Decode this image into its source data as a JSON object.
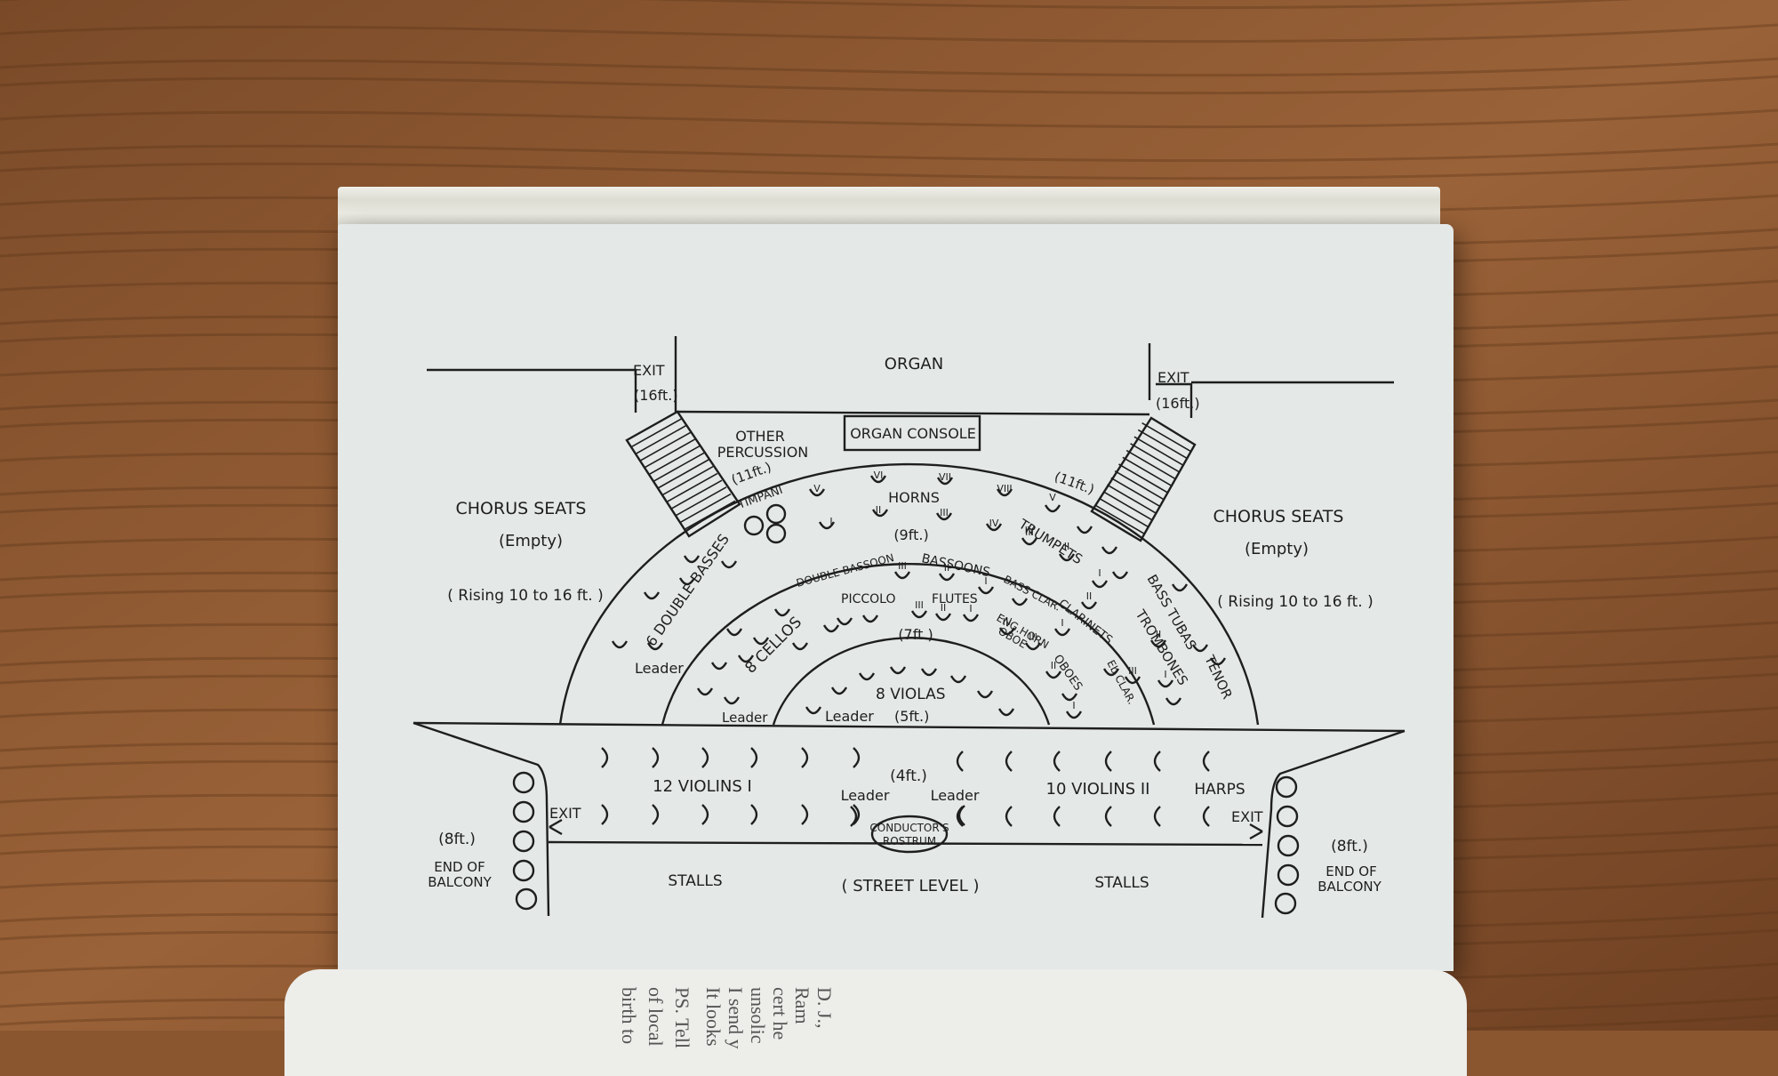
{
  "labels": {
    "organ": "ORGAN",
    "organ_console": "ORGAN CONSOLE",
    "exit_top_left": "EXIT",
    "exit_top_right": "EXIT",
    "height_16_left": "(16ft.)",
    "height_16_right": "(16ft.)",
    "other_percussion_1": "OTHER",
    "other_percussion_2": "PERCUSSION",
    "height_11_left": "(11ft.)",
    "height_11_right": "(11ft.)",
    "timpani": "TIMPANI",
    "horns": "HORNS",
    "trumpets": "TRUMPETS",
    "height_9": "(9ft.)",
    "chorus_left_1": "CHORUS SEATS",
    "chorus_left_2": "(Empty)",
    "chorus_left_3": "( Rising 10 to 16 ft. )",
    "chorus_right_1": "CHORUS SEATS",
    "chorus_right_2": "(Empty)",
    "chorus_right_3": "( Rising 10 to 16 ft. )",
    "double_basses": "6 DOUBLE BASSES",
    "leader_bass": "Leader",
    "double_bassoon": "DOUBLE BASSOON",
    "bassoons": "BASSOONS",
    "bass_clar": "BASS CLAR.",
    "clarinets": "CLARINETS",
    "eb_clar": "Eb CLAR.",
    "piccolo": "PICCOLO",
    "flutes": "FLUTES",
    "eng_horn": "ENG.HORN",
    "oboe": "OBOE",
    "oboes": "OBOES",
    "height_7": "(7ft.)",
    "cellos": "8 CELLOS",
    "leader_cello": "Leader",
    "violas": "8 VIOLAS",
    "leader_viola": "Leader",
    "height_5": "(5ft.)",
    "bass_tubas": "BASS TUBAS",
    "tenor": "TENOR",
    "trombones": "TROMBONES",
    "violins_1": "12 VIOLINS I",
    "violins_2": "10 VIOLINS II",
    "harps": "HARPS",
    "height_4": "(4ft.)",
    "leader_v1": "Leader",
    "leader_v2": "Leader",
    "exit_left": "EXIT",
    "exit_right": "EXIT",
    "conductor_1": "CONDUCTOR'S",
    "conductor_2": "ROSTRUM",
    "height_8_left": "(8ft.)",
    "height_8_right": "(8ft.)",
    "balcony_left_1": "END OF",
    "balcony_left_2": "BALCONY",
    "balcony_right_1": "END OF",
    "balcony_right_2": "BALCONY",
    "stalls_left": "STALLS",
    "stalls_right": "STALLS",
    "street_level": "( STREET LEVEL )"
  },
  "roman": {
    "horns": [
      "V",
      "VI",
      "VII",
      "VIII",
      "I",
      "II",
      "III",
      "IV"
    ],
    "trumpets": [
      "IV",
      "V",
      "III",
      "II",
      "I"
    ],
    "bassoons": [
      "III",
      "II",
      "I"
    ],
    "flutes": [
      "III",
      "II",
      "I"
    ],
    "clarinets": [
      "I",
      "II"
    ],
    "oboes": [
      "IV",
      "III",
      "II",
      "I"
    ],
    "trombones": [
      "III",
      "II",
      "I"
    ]
  },
  "next_page_text": [
    "PS. Tell",
    "of local",
    "birth to",
    "D. J.,",
    "Ram",
    "cert he",
    "unsolic",
    "I send y",
    "It looks"
  ]
}
